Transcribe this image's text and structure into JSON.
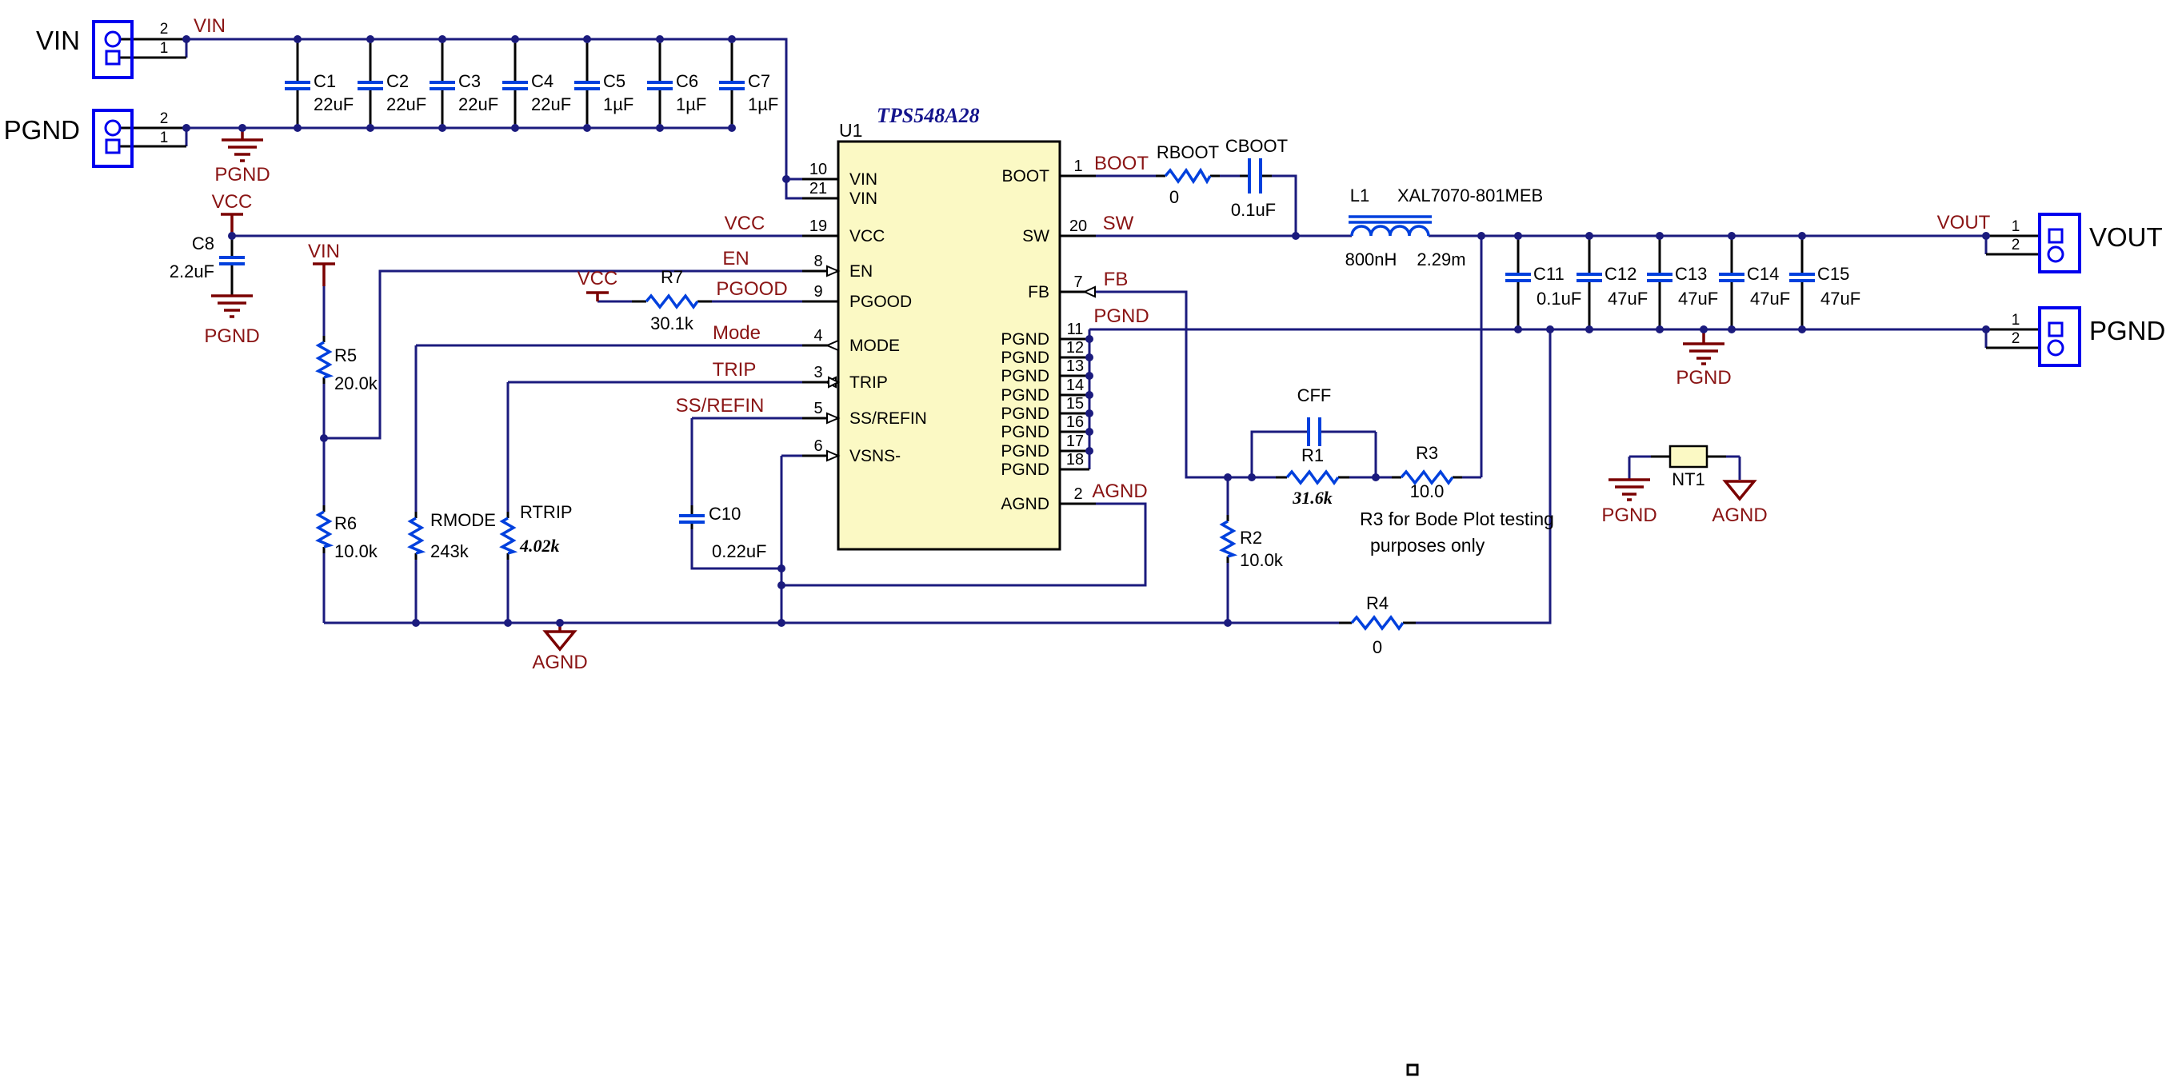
{
  "title": "TPS548A28 buck converter schematic",
  "colors": {
    "wire": "#1b1b7e",
    "component_blue": "#0040dd",
    "connector_blue": "#0000ee",
    "net_label": "#8a1414",
    "ground": "#7a0000",
    "ic_fill": "#fbf9c4"
  },
  "ic": {
    "refdes": "U1",
    "part": "TPS548A28",
    "left_pins": [
      {
        "num": "10",
        "name": "VIN"
      },
      {
        "num": "21",
        "name": "VIN"
      },
      {
        "num": "19",
        "name": "VCC"
      },
      {
        "num": "8",
        "name": "EN"
      },
      {
        "num": "9",
        "name": "PGOOD"
      },
      {
        "num": "4",
        "name": "MODE"
      },
      {
        "num": "3",
        "name": "TRIP"
      },
      {
        "num": "5",
        "name": "SS/REFIN"
      },
      {
        "num": "6",
        "name": "VSNS-"
      }
    ],
    "right_pins": [
      {
        "num": "1",
        "name": "BOOT"
      },
      {
        "num": "20",
        "name": "SW"
      },
      {
        "num": "7",
        "name": "FB"
      },
      {
        "num": "11",
        "name": "PGND"
      },
      {
        "num": "12",
        "name": "PGND"
      },
      {
        "num": "13",
        "name": "PGND"
      },
      {
        "num": "14",
        "name": "PGND"
      },
      {
        "num": "15",
        "name": "PGND"
      },
      {
        "num": "16",
        "name": "PGND"
      },
      {
        "num": "17",
        "name": "PGND"
      },
      {
        "num": "18",
        "name": "PGND"
      },
      {
        "num": "2",
        "name": "AGND"
      }
    ]
  },
  "nets": {
    "vin": "VIN",
    "vcc": "VCC",
    "en": "EN",
    "pgood": "PGOOD",
    "mode": "Mode",
    "trip": "TRIP",
    "ss_refin": "SS/REFIN",
    "boot": "BOOT",
    "sw": "SW",
    "fb": "FB",
    "pgnd": "PGND",
    "agnd": "AGND",
    "vout": "VOUT"
  },
  "connectors": {
    "vin": {
      "label": "VIN",
      "pin_top": "2",
      "pin_bottom": "1"
    },
    "gnd_in": {
      "label": "PGND",
      "pin_top": "2",
      "pin_bottom": "1"
    },
    "vout": {
      "label": "VOUT",
      "pin_top": "1",
      "pin_bottom": "2"
    },
    "gnd_out": {
      "label": "PGND",
      "pin_top": "1",
      "pin_bottom": "2"
    }
  },
  "components": {
    "c1": {
      "ref": "C1",
      "value": "22uF"
    },
    "c2": {
      "ref": "C2",
      "value": "22uF"
    },
    "c3": {
      "ref": "C3",
      "value": "22uF"
    },
    "c4": {
      "ref": "C4",
      "value": "22uF"
    },
    "c5": {
      "ref": "C5",
      "value": "1µF"
    },
    "c6": {
      "ref": "C6",
      "value": "1µF"
    },
    "c7": {
      "ref": "C7",
      "value": "1µF"
    },
    "c8": {
      "ref": "C8",
      "value": "2.2uF"
    },
    "c10": {
      "ref": "C10",
      "value": "0.22uF"
    },
    "c11": {
      "ref": "C11",
      "value": "0.1uF"
    },
    "c12": {
      "ref": "C12",
      "value": "47uF"
    },
    "c13": {
      "ref": "C13",
      "value": "47uF"
    },
    "c14": {
      "ref": "C14",
      "value": "47uF"
    },
    "c15": {
      "ref": "C15",
      "value": "47uF"
    },
    "r1": {
      "ref": "R1",
      "value": "31.6k"
    },
    "r2": {
      "ref": "R2",
      "value": "10.0k"
    },
    "r3": {
      "ref": "R3",
      "value": "10.0"
    },
    "r4": {
      "ref": "R4",
      "value": "0"
    },
    "r5": {
      "ref": "R5",
      "value": "20.0k"
    },
    "r6": {
      "ref": "R6",
      "value": "10.0k"
    },
    "r7": {
      "ref": "R7",
      "value": "30.1k"
    },
    "rmode": {
      "ref": "RMODE",
      "value": "243k"
    },
    "rtrip": {
      "ref": "RTRIP",
      "value": "4.02k"
    },
    "rboot": {
      "ref": "RBOOT",
      "value": "0"
    },
    "cboot": {
      "ref": "CBOOT",
      "value": "0.1uF"
    },
    "cff": {
      "ref": "CFF"
    },
    "l1": {
      "ref": "L1",
      "part": "XAL7070-801MEB",
      "inductance": "800nH",
      "dcr": "2.29m"
    },
    "nt1": {
      "ref": "NT1"
    }
  },
  "note": {
    "line1": "R3 for Bode Plot testing",
    "line2": "purposes only"
  }
}
